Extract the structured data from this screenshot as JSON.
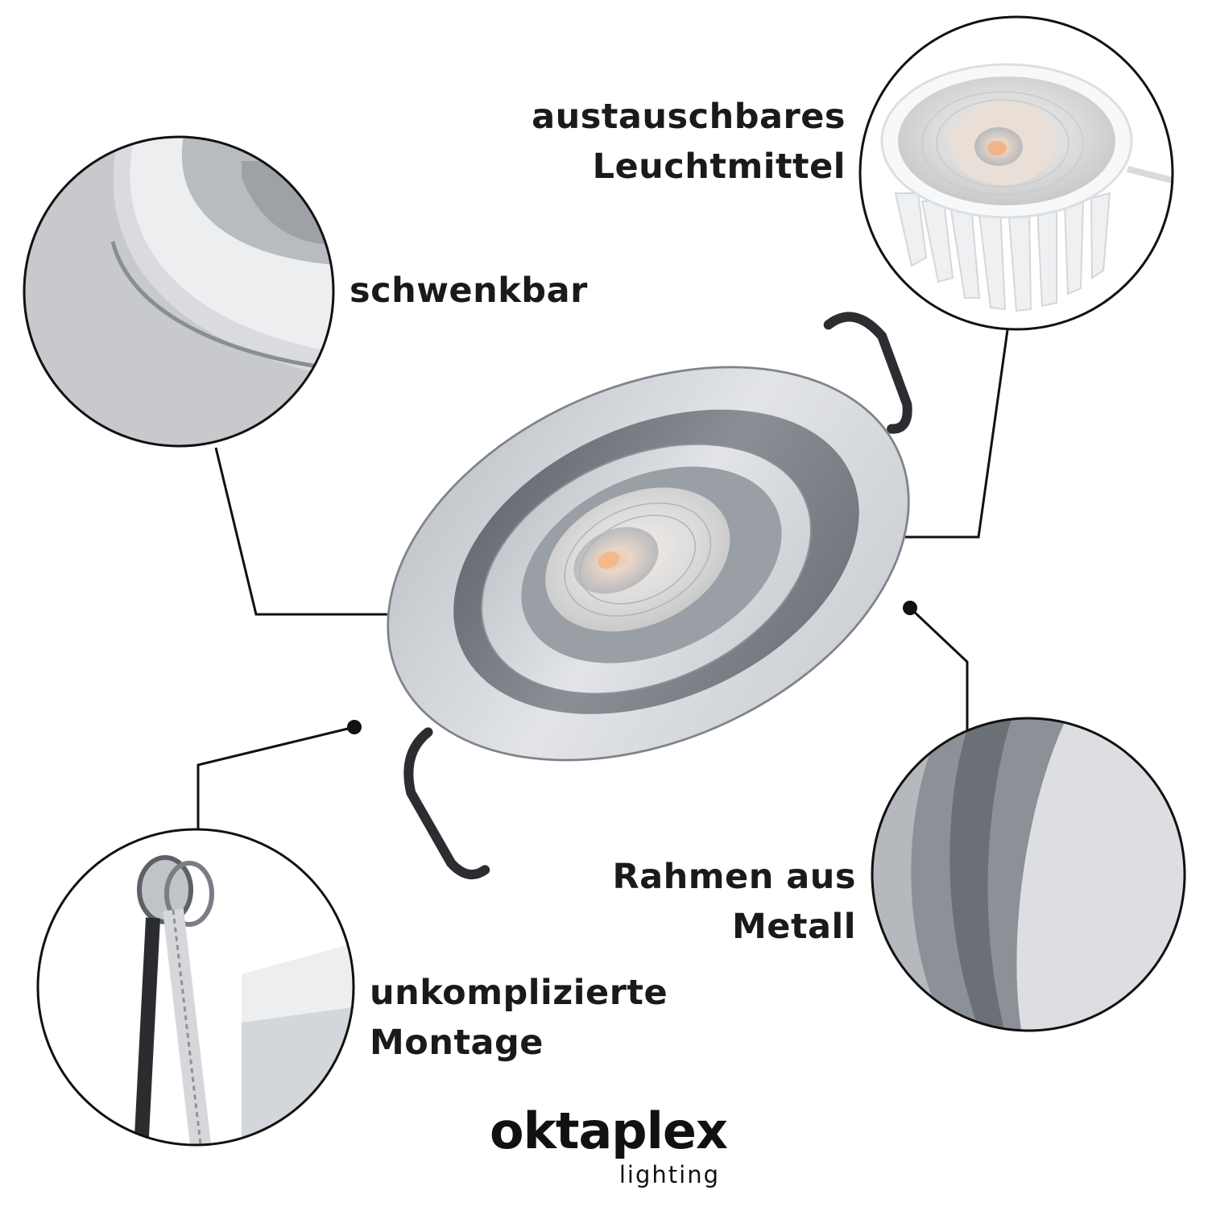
{
  "callouts": {
    "tilt": "schwenkbar",
    "bulb_line1": "austauschbares",
    "bulb_line2": "Leuchtmittel",
    "frame_line1": "Rahmen aus",
    "frame_line2": "Metall",
    "mount_line1": "unkomplizierte",
    "mount_line2": "Montage"
  },
  "brand": {
    "name": "oktaplex",
    "sub": "lighting"
  },
  "colors": {
    "outline": "#111111",
    "aluminium": "#c8cbd0",
    "dark_aluminium": "#6f737a",
    "warm_led": "#f3c9a4"
  }
}
